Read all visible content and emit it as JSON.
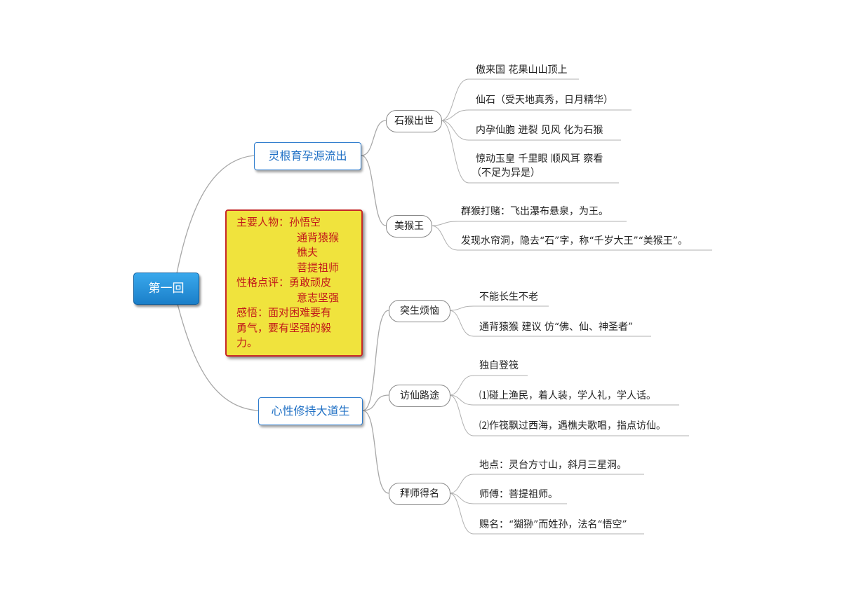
{
  "root": "第一回",
  "branches": [
    {
      "label": "灵根育孕源流出",
      "subs": [
        {
          "label": "石猴出世",
          "leaves": [
            "傲来国 花果山山顶上",
            "仙石（受天地真秀，日月精华）",
            "内孕仙胞 迸裂 见风 化为石猴",
            "惊动玉皇 千里眼 顺风耳 察看",
            "（不足为异是）"
          ]
        },
        {
          "label": "美猴王",
          "leaves": [
            "群猴打赌：飞出瀑布悬泉，为王。",
            "发现水帘洞，隐去“石”字，称“千岁大王”“美猴王”。"
          ]
        }
      ]
    },
    {
      "label": "心性修持大道生",
      "subs": [
        {
          "label": "突生烦恼",
          "leaves": [
            "不能长生不老",
            "通背猿猴 建议 仿“佛、仙、神圣者”"
          ]
        },
        {
          "label": "访仙路途",
          "leaves": [
            "独自登筏",
            "⑴碰上渔民，着人装，学人礼，学人话。",
            "⑵作筏飘过西海，遇樵夫歌唱，指点访仙。"
          ]
        },
        {
          "label": "拜师得名",
          "leaves": [
            "地点：灵台方寸山，斜月三星洞。",
            "师傅：菩提祖师。",
            "赐名：“猢狲”而姓孙，法名“悟空”"
          ]
        }
      ]
    }
  ],
  "note": [
    "主要人物：孙悟空",
    "通背猿猴",
    "樵夫",
    "菩提祖师",
    "性格点评：勇敢顽皮",
    "意志坚强",
    "感悟：面对困难要有",
    "勇气，要有坚强的毅",
    "力。"
  ]
}
